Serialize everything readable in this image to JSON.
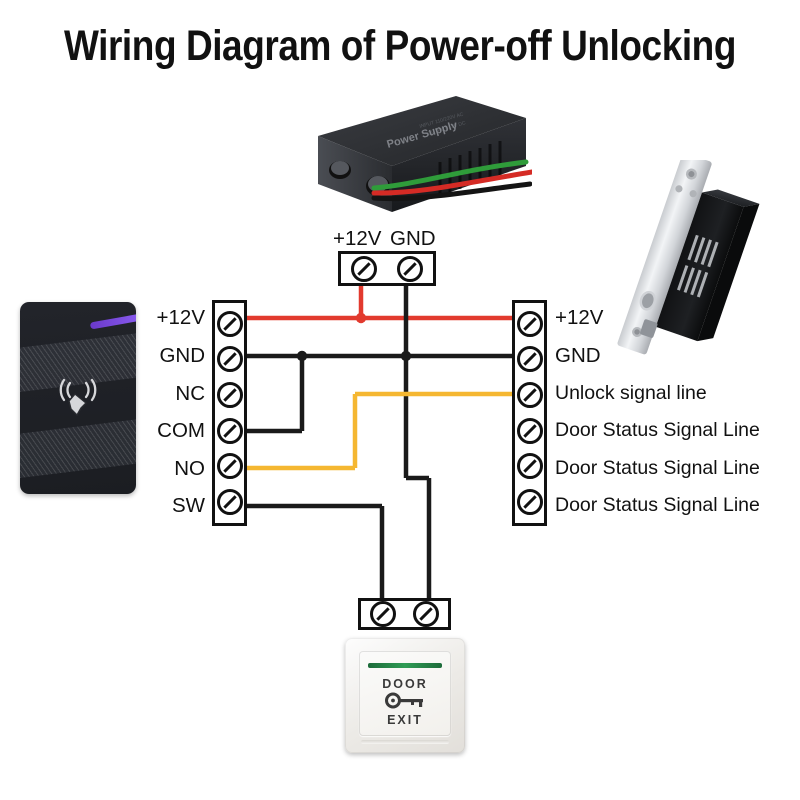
{
  "title": "Wiring Diagram of Power-off Unlocking",
  "power_supply": {
    "device_name": "power-supply-unit",
    "brand_text": "Power Supply",
    "terminal_labels": [
      "+12V",
      "GND"
    ],
    "wire_colors": [
      "#e23a2e",
      "#1a1a1a",
      "#2f9c3a"
    ]
  },
  "access_controller": {
    "device_name": "card-reader-access-controller",
    "icon": "rfid-wave-icon",
    "terminals": [
      {
        "label": "+12V",
        "wire": "red"
      },
      {
        "label": "GND",
        "wire": "black"
      },
      {
        "label": "NC",
        "wire": "none"
      },
      {
        "label": "COM",
        "wire": "black"
      },
      {
        "label": "NO",
        "wire": "orange"
      },
      {
        "label": "SW",
        "wire": "black"
      }
    ]
  },
  "electric_lock": {
    "device_name": "electric-bolt-lock",
    "terminals": [
      {
        "label": "+12V",
        "wire": "red"
      },
      {
        "label": "GND",
        "wire": "black"
      },
      {
        "label": "Unlock signal line",
        "wire": "orange"
      },
      {
        "label": "Door Status Signal Line",
        "wire": "none"
      },
      {
        "label": "Door Status Signal Line",
        "wire": "none"
      },
      {
        "label": "Door Status Signal Line",
        "wire": "none"
      }
    ]
  },
  "exit_button": {
    "device_name": "door-exit-push-button",
    "text_top": "DOOR",
    "text_bottom": "EXIT",
    "icon": "key-icon",
    "led_color": "#2f9c55",
    "terminal_count": 2
  },
  "colors": {
    "wire_positive": "#e23a2e",
    "wire_ground": "#1a1a1a",
    "wire_signal": "#f5b731",
    "outline": "#111111",
    "background": "#ffffff"
  }
}
